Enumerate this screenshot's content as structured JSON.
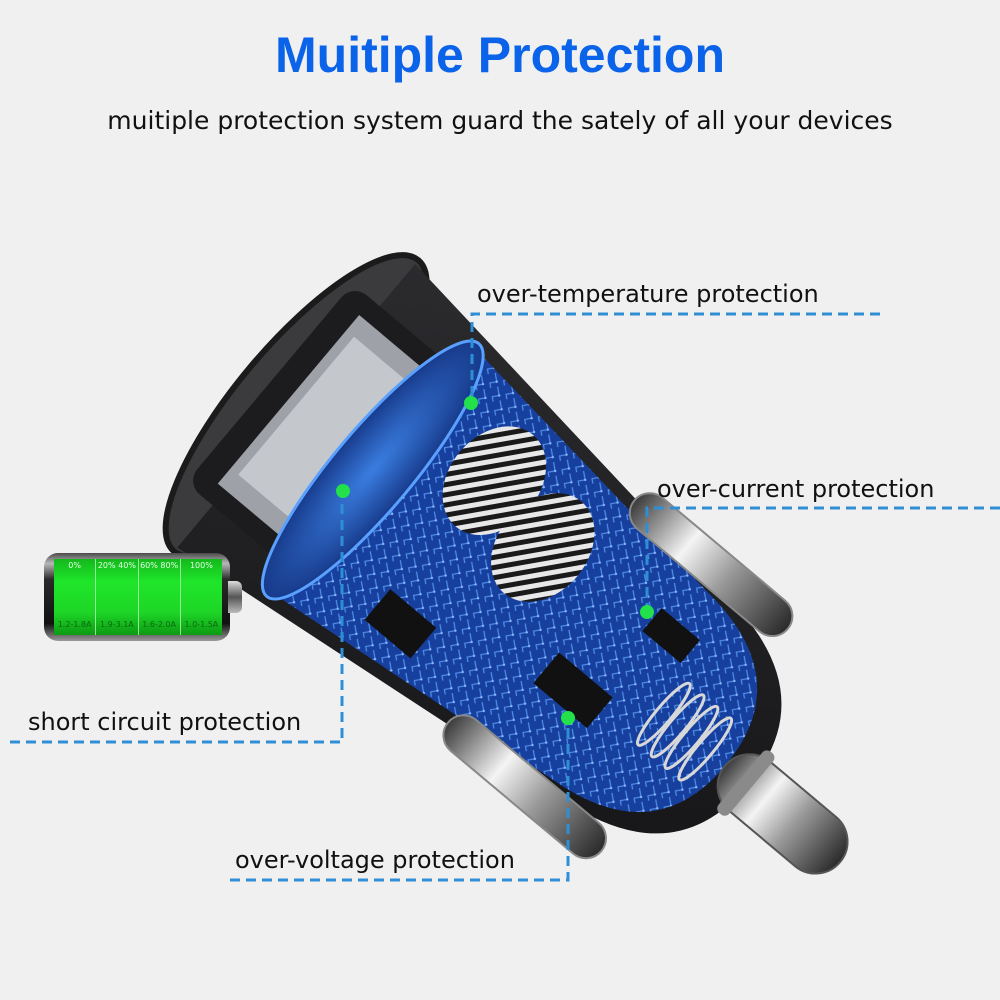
{
  "header": {
    "title": "Muitiple Protection",
    "subtitle": "muitiple protection system guard the sately of all your devices"
  },
  "colors": {
    "title": "#0a63e8",
    "background": "#f0f0f0",
    "leader_line": "#2f8fd6",
    "marker_dot": "#22e14a",
    "pcb": "#1c4fb8"
  },
  "callouts": [
    {
      "id": "over-temperature",
      "label": "over-temperature protection"
    },
    {
      "id": "over-current",
      "label": "over-current protection"
    },
    {
      "id": "short-circuit",
      "label": "short circuit protection"
    },
    {
      "id": "over-voltage",
      "label": "over-voltage protection"
    }
  ],
  "battery": {
    "segments": [
      {
        "percent": "0%",
        "current": "1.2-1.8A"
      },
      {
        "percent": "20% 40%",
        "current": "1.9-3.1A"
      },
      {
        "percent": "60% 80%",
        "current": "1.6-2.0A"
      },
      {
        "percent": "100%",
        "current": "1.0-1.5A"
      }
    ]
  }
}
